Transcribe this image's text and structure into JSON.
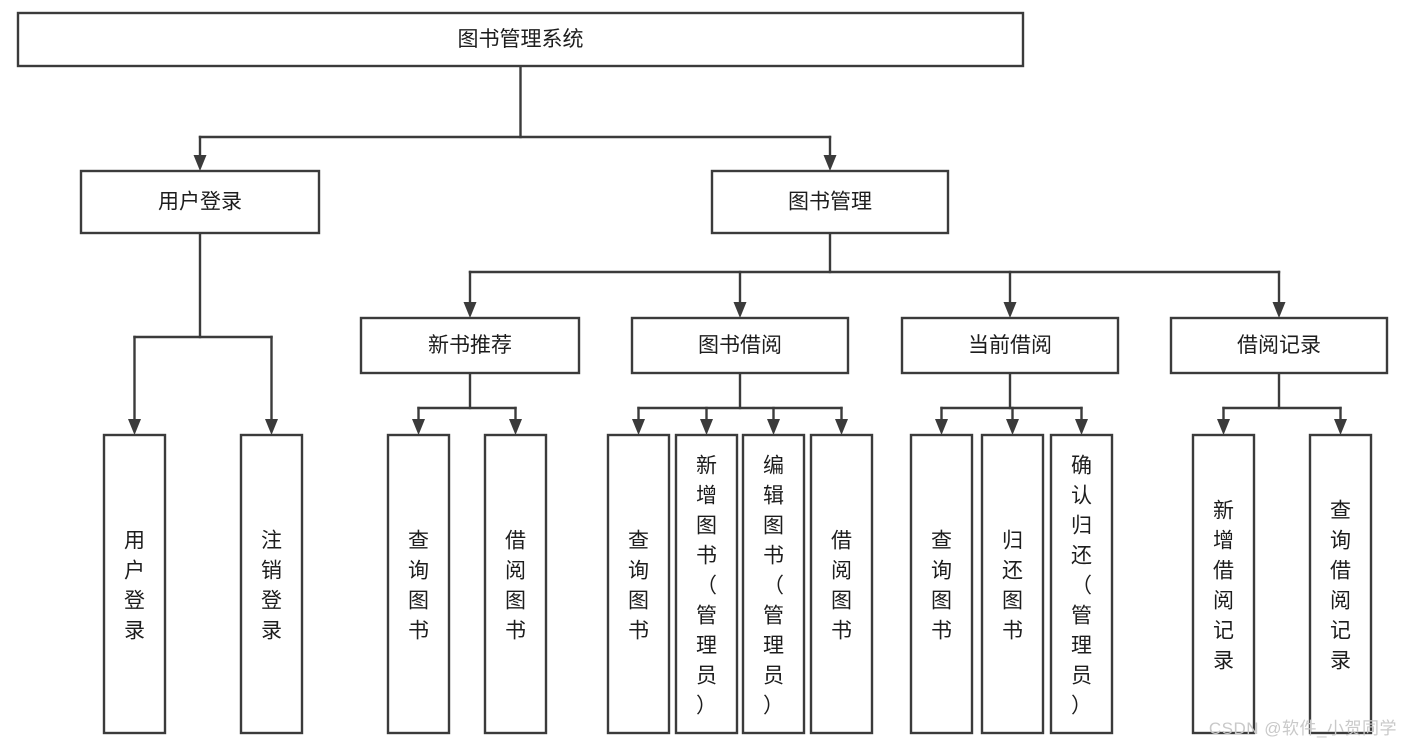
{
  "diagram": {
    "type": "tree-hierarchy-chart",
    "title": "图书管理系统",
    "orientation": "top-down",
    "colors": {
      "box_stroke": "#3b3b3b",
      "box_fill": "#ffffff",
      "connector": "#3b3b3b",
      "text": "#1d1d1d",
      "background": "#ffffff",
      "watermark": "#c9c9c9"
    },
    "levels": [
      {
        "level": 1,
        "nodes": [
          {
            "id": "root",
            "label": "图书管理系统",
            "orientation": "horizontal"
          }
        ]
      },
      {
        "level": 2,
        "nodes": [
          {
            "id": "login",
            "label": "用户登录",
            "orientation": "horizontal",
            "parent": "root"
          },
          {
            "id": "bookmgmt",
            "label": "图书管理",
            "orientation": "horizontal",
            "parent": "root"
          }
        ]
      },
      {
        "level": 3,
        "nodes": [
          {
            "id": "newbook",
            "label": "新书推荐",
            "orientation": "horizontal",
            "parent": "bookmgmt"
          },
          {
            "id": "borrow",
            "label": "图书借阅",
            "orientation": "horizontal",
            "parent": "bookmgmt"
          },
          {
            "id": "current",
            "label": "当前借阅",
            "orientation": "horizontal",
            "parent": "bookmgmt"
          },
          {
            "id": "records",
            "label": "借阅记录",
            "orientation": "horizontal",
            "parent": "bookmgmt"
          }
        ]
      },
      {
        "level": 4,
        "nodes": [
          {
            "id": "leaf1",
            "label": "用户登录",
            "orientation": "vertical",
            "parent": "login"
          },
          {
            "id": "leaf2",
            "label": "注销登录",
            "orientation": "vertical",
            "parent": "login"
          },
          {
            "id": "leaf3",
            "label": "查询图书",
            "orientation": "vertical",
            "parent": "newbook"
          },
          {
            "id": "leaf4",
            "label": "借阅图书",
            "orientation": "vertical",
            "parent": "newbook"
          },
          {
            "id": "leaf5",
            "label": "查询图书",
            "orientation": "vertical",
            "parent": "borrow"
          },
          {
            "id": "leaf6",
            "label": "新增图书（管理员）",
            "orientation": "vertical",
            "parent": "borrow"
          },
          {
            "id": "leaf7",
            "label": "编辑图书（管理员）",
            "orientation": "vertical",
            "parent": "borrow"
          },
          {
            "id": "leaf8",
            "label": "借阅图书",
            "orientation": "vertical",
            "parent": "borrow"
          },
          {
            "id": "leaf9",
            "label": "查询图书",
            "orientation": "vertical",
            "parent": "current"
          },
          {
            "id": "leaf10",
            "label": "归还图书",
            "orientation": "vertical",
            "parent": "current"
          },
          {
            "id": "leaf11",
            "label": "确认归还（管理员）",
            "orientation": "vertical",
            "parent": "current"
          },
          {
            "id": "leaf12",
            "label": "新增借阅记录",
            "orientation": "vertical",
            "parent": "records"
          },
          {
            "id": "leaf13",
            "label": "查询借阅记录",
            "orientation": "vertical",
            "parent": "records"
          }
        ]
      }
    ]
  },
  "watermark": {
    "text": "CSDN @软件_小贺同学"
  }
}
